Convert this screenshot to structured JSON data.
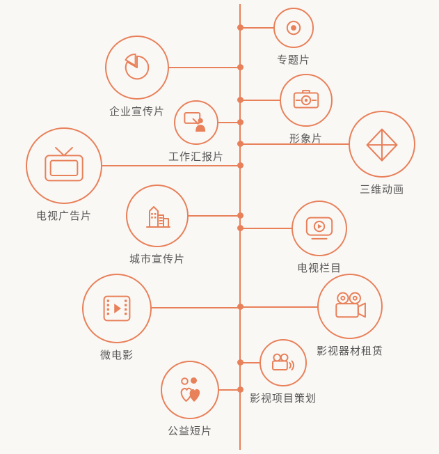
{
  "page": {
    "background_color": "#faf8f5",
    "accent_color": "#e8805a",
    "text_color": "#565656"
  },
  "diagram": {
    "nodes": [
      {
        "label": "专题片",
        "icon": "record-dot-icon"
      },
      {
        "label": "企业宣传片",
        "icon": "pie-chart-icon"
      },
      {
        "label": "形象片",
        "icon": "camera-viewfinder-icon"
      },
      {
        "label": "工作汇报片",
        "icon": "presenter-icon"
      },
      {
        "label": "三维动画",
        "icon": "3d-diamond-icon"
      },
      {
        "label": "电视广告片",
        "icon": "television-icon"
      },
      {
        "label": "城市宣传片",
        "icon": "city-buildings-icon"
      },
      {
        "label": "电视栏目",
        "icon": "screen-play-icon"
      },
      {
        "label": "微电影",
        "icon": "film-strip-play-icon"
      },
      {
        "label": "影视器材租赁",
        "icon": "movie-camera-icon"
      },
      {
        "label": "影视项目策划",
        "icon": "camera-waves-icon"
      },
      {
        "label": "公益短片",
        "icon": "people-hearts-icon"
      }
    ]
  }
}
